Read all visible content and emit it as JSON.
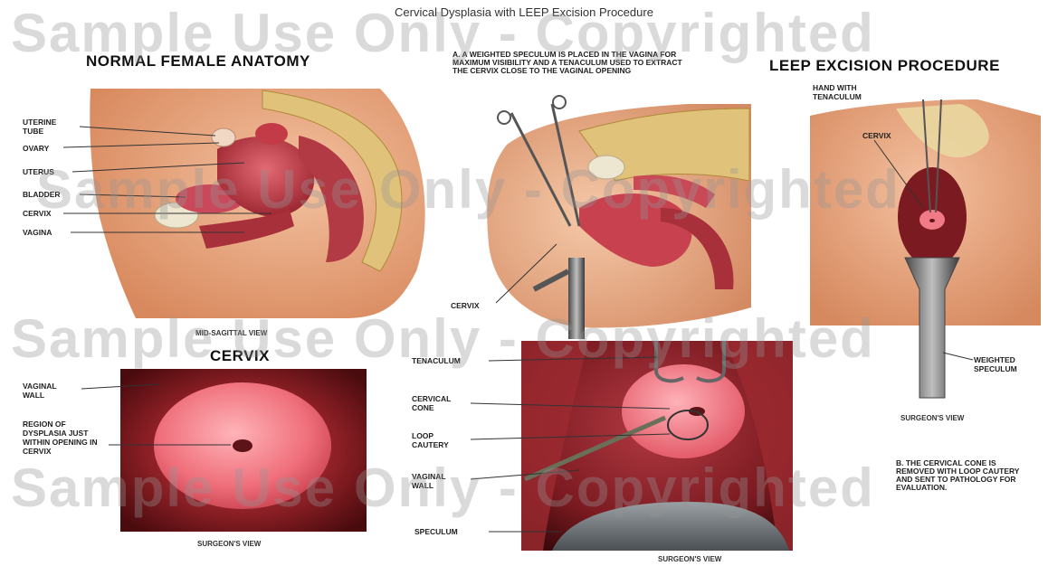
{
  "title": "Cervical Dysplasia with LEEP Excision Procedure",
  "watermark": "Sample Use Only - Copyrighted",
  "panels": {
    "normal": {
      "heading": "NORMAL FEMALE ANATOMY",
      "labels": [
        "UTERINE TUBE",
        "OVARY",
        "UTERUS",
        "BLADDER",
        "CERVIX",
        "VAGINA"
      ],
      "caption": "MID-SAGITTAL VIEW"
    },
    "cervix": {
      "heading": "CERVIX",
      "labels": [
        "VAGINAL WALL",
        "REGION OF DYSPLASIA JUST WITHIN OPENING IN CERVIX"
      ],
      "caption": "SURGEON'S VIEW"
    },
    "stepA": {
      "text": "A. A WEIGHTED SPECULUM IS PLACED IN THE VAGINA FOR MAXIMUM VISIBILITY AND A TENACULUM USED TO EXTRACT THE CERVIX CLOSE TO THE VAGINAL OPENING",
      "cervix_label": "CERVIX"
    },
    "leep": {
      "heading": "LEEP EXCISION PROCEDURE",
      "labels": [
        "HAND WITH TENACULUM",
        "CERVIX",
        "WEIGHTED SPECULUM"
      ],
      "caption": "SURGEON'S VIEW"
    },
    "closeup": {
      "labels": [
        "TENACULUM",
        "CERVICAL CONE",
        "LOOP CAUTERY",
        "VAGINAL WALL",
        "SPECULUM"
      ],
      "caption": "SURGEON'S VIEW"
    },
    "stepB": {
      "text": "B. THE CERVICAL CONE IS REMOVED WITH LOOP CAUTERY AND SENT TO PATHOLOGY FOR EVALUATION."
    }
  },
  "colors": {
    "skin": "#e8a27c",
    "tissue": "#c7414f",
    "bone": "#e0c27a",
    "cervix_pink": "#f07a86",
    "dark_red": "#6e1416"
  }
}
